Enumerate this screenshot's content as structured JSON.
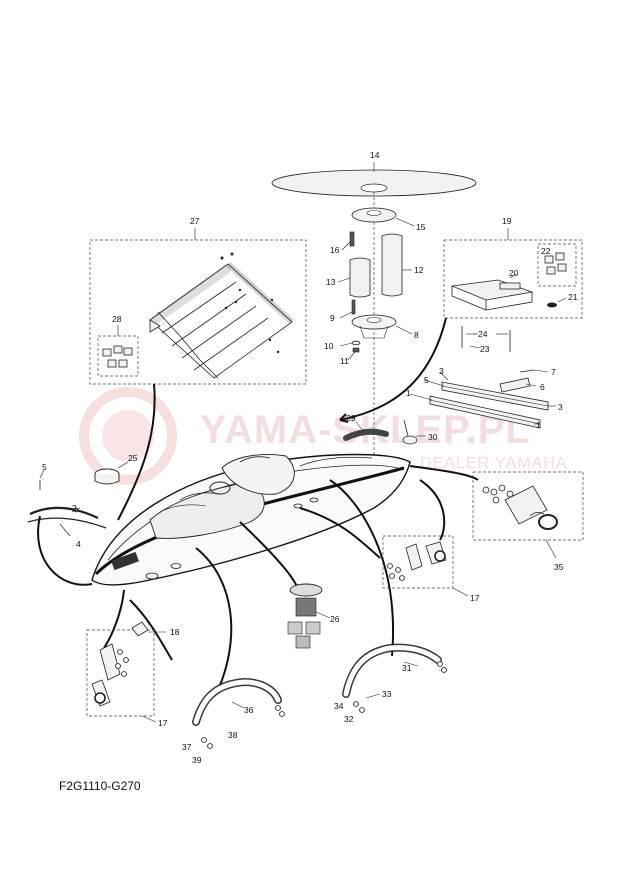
{
  "diagram_code": "F2G1110-G270",
  "watermark": {
    "main": "YAMA-SKLEP.PL",
    "sub": "DEALER YAMAHA"
  },
  "callouts": [
    {
      "id": "c1a",
      "text": "1"
    },
    {
      "id": "c1b",
      "text": "1"
    },
    {
      "id": "c2",
      "text": "2"
    },
    {
      "id": "c3a",
      "text": "3"
    },
    {
      "id": "c3b",
      "text": "3"
    },
    {
      "id": "c4",
      "text": "4"
    },
    {
      "id": "c5a",
      "text": "5"
    },
    {
      "id": "c5b",
      "text": "5"
    },
    {
      "id": "c6",
      "text": "6"
    },
    {
      "id": "c7",
      "text": "7"
    },
    {
      "id": "c8",
      "text": "8"
    },
    {
      "id": "c9",
      "text": "9"
    },
    {
      "id": "c10",
      "text": "10"
    },
    {
      "id": "c11",
      "text": "11"
    },
    {
      "id": "c12",
      "text": "12"
    },
    {
      "id": "c13",
      "text": "13"
    },
    {
      "id": "c14",
      "text": "14"
    },
    {
      "id": "c15",
      "text": "15"
    },
    {
      "id": "c16",
      "text": "16"
    },
    {
      "id": "c17a",
      "text": "17"
    },
    {
      "id": "c17b",
      "text": "17"
    },
    {
      "id": "c18",
      "text": "18"
    },
    {
      "id": "c19",
      "text": "19"
    },
    {
      "id": "c20",
      "text": "20"
    },
    {
      "id": "c21",
      "text": "21"
    },
    {
      "id": "c22",
      "text": "22"
    },
    {
      "id": "c23",
      "text": "23"
    },
    {
      "id": "c24",
      "text": "24"
    },
    {
      "id": "c25",
      "text": "25"
    },
    {
      "id": "c26",
      "text": "26"
    },
    {
      "id": "c27",
      "text": "27"
    },
    {
      "id": "c28",
      "text": "28"
    },
    {
      "id": "c29",
      "text": "29"
    },
    {
      "id": "c30",
      "text": "30"
    },
    {
      "id": "c31",
      "text": "31"
    },
    {
      "id": "c32",
      "text": "32"
    },
    {
      "id": "c33",
      "text": "33"
    },
    {
      "id": "c34",
      "text": "34"
    },
    {
      "id": "c35",
      "text": "35"
    },
    {
      "id": "c36",
      "text": "36"
    },
    {
      "id": "c37",
      "text": "37"
    },
    {
      "id": "c38",
      "text": "38"
    },
    {
      "id": "c39",
      "text": "39"
    }
  ]
}
